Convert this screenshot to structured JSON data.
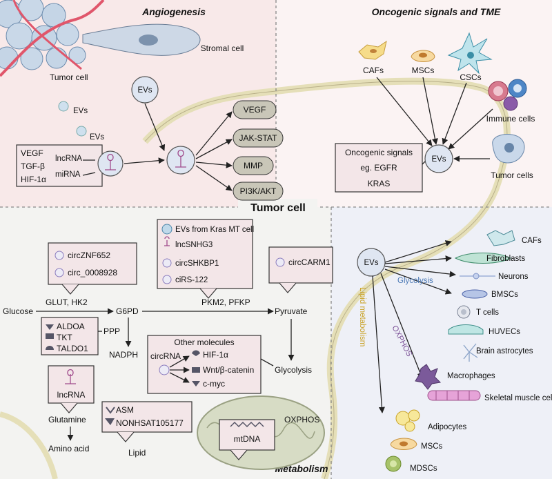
{
  "quadrants": {
    "angiogenesis": "Angiogenesis",
    "oncogenic": "Oncogenic signals and TME",
    "metabolism": "Metabolism",
    "center": "Tumor cell"
  },
  "angio": {
    "tumor_cell": "Tumor cell",
    "stromal_cell": "Stromal cell",
    "evs_top": "EVs",
    "evs_small": "EVs",
    "evs_box": "EVs",
    "factors": [
      "VEGF",
      "TGF-β",
      "HIF-1α"
    ],
    "rna": [
      "lncRNA",
      "miRNA"
    ],
    "pathways": [
      "VEGF",
      "JAK-STAT",
      "MMP",
      "PI3K/AKT"
    ]
  },
  "tme": {
    "cells": [
      "CAFs",
      "MSCs",
      "CSCs",
      "Immune  cells",
      "Tumor cells"
    ],
    "evs": "EVs",
    "box": [
      "Oncogenic signals",
      "eg. EGFR",
      "KRAS"
    ]
  },
  "metab": {
    "circ_box": [
      "circZNF652",
      "circ_0008928"
    ],
    "legend_box": [
      "EVs from Kras MT cell",
      "lncSNHG3",
      "circSHKBP1",
      "ciRS-122"
    ],
    "circcarm": "circCARM1",
    "glucose": "Glucose",
    "glut": "GLUT, HK2",
    "g6pd": "G6PD",
    "pkm": "PKM2, PFKP",
    "pyruvate": "Pyruvate",
    "ppp_box": [
      "ALDOA",
      "TKT",
      "TALDO1"
    ],
    "ppp": "PPP",
    "nadph": "NADPH",
    "other_title": "Other molecules",
    "circrna": "circRNA",
    "other_items": [
      "HIF-1α",
      "Wnt/β-catenin",
      "c-myc"
    ],
    "glycolysis": "Glycolysis",
    "lncrna": "lncRNA",
    "glutamine": "Glutamine",
    "amino": "Amino acid",
    "lipid_box": [
      "ASM",
      "NONHSAT105177"
    ],
    "lipid": "Lipid",
    "mtdna": "mtDNA",
    "oxphos": "OXPHOS"
  },
  "target": {
    "evs": "EVs",
    "glycolysis": "Glycolysis",
    "oxphos": "OXPHOS",
    "lipid_metab": "Lipid metabolism",
    "cells": [
      "CAFs",
      "Fibroblasts",
      "Neurons",
      "BMSCs",
      "T cells",
      "HUVECs",
      "Brain astrocytes",
      "Macrophages",
      "Skeletal muscle cells",
      "Adipocytes",
      "MSCs",
      "MDSCs"
    ]
  },
  "colors": {
    "angio_bg": "#f8e9e9",
    "oncogenic_bg": "#fbf3f3",
    "metab_bg": "#f3f3f1",
    "target_bg": "#eef0f7",
    "box_fill": "#f3e6e8",
    "pill_fill": "#c9c6b8",
    "glycolysis_blue": "#4a78b5",
    "oxphos_purple": "#7a4f96",
    "lipid_gold": "#c9a227"
  }
}
